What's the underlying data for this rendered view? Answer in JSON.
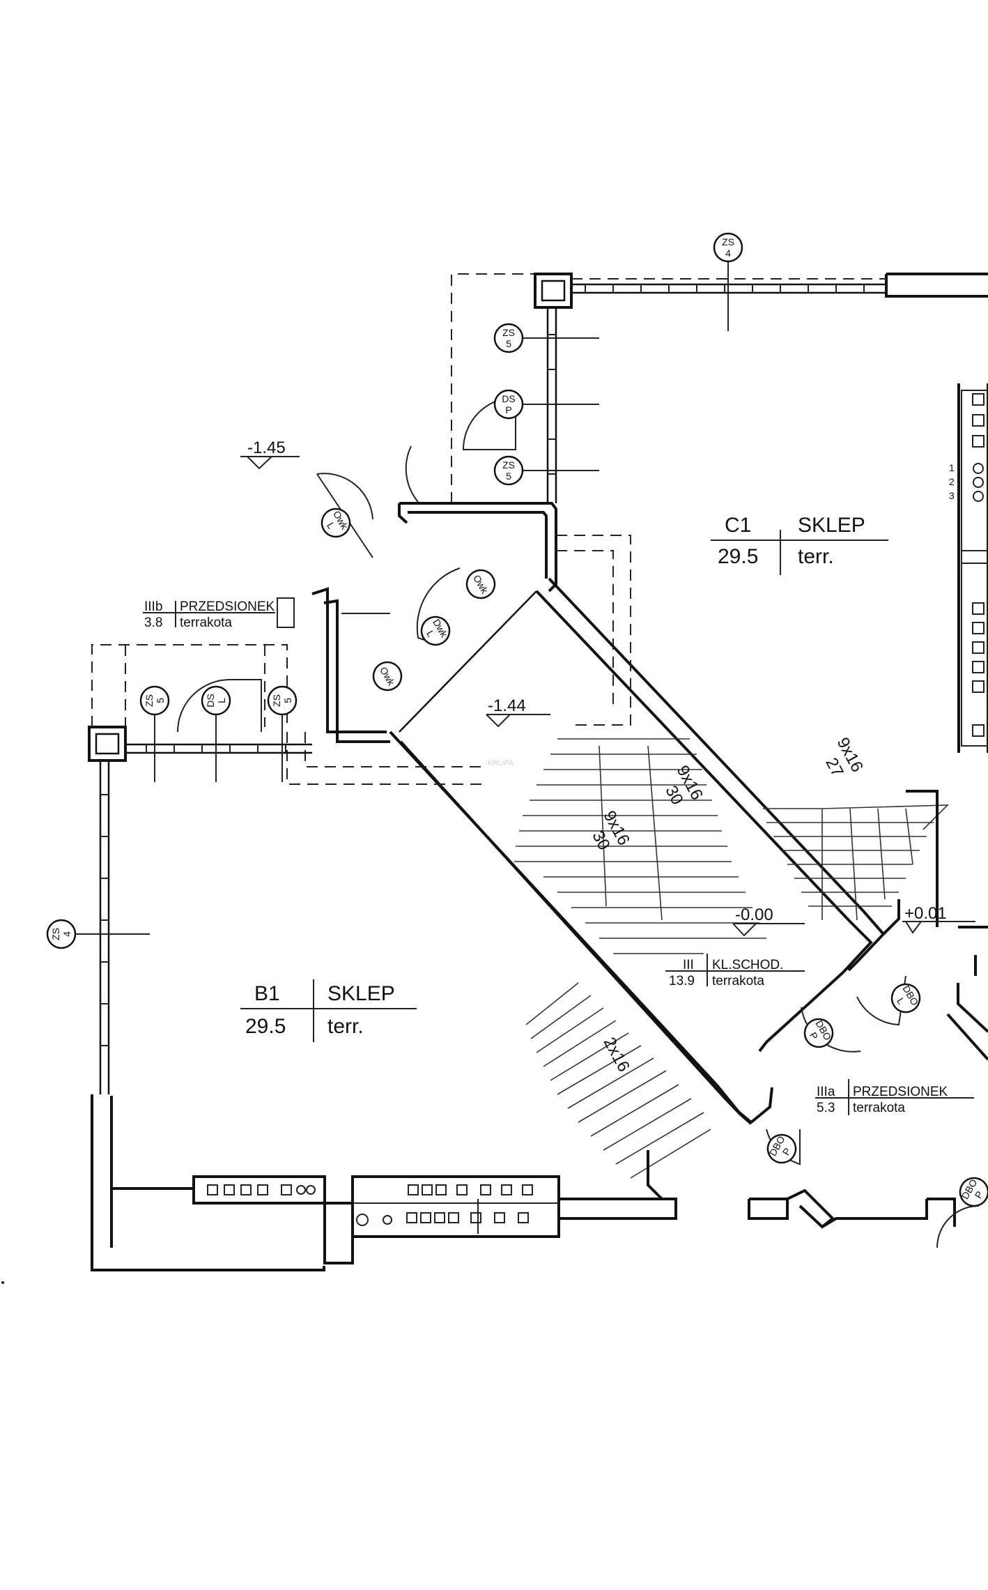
{
  "rooms": {
    "c1": {
      "id": "C1",
      "name": "SKLEP",
      "area": "29.5",
      "finish": "terr."
    },
    "b1": {
      "id": "B1",
      "name": "SKLEP",
      "area": "29.5",
      "finish": "terr."
    },
    "iiib": {
      "id": "IIIb",
      "name": "PRZEDSIONEK",
      "area": "3.8",
      "finish": "terrakota"
    },
    "iii": {
      "id": "III",
      "name": "KL.SCHOD.",
      "area": "13.9",
      "finish": "terrakota"
    },
    "iiia": {
      "id": "IIIa",
      "name": "PRZEDSIONEK",
      "area": "5.3",
      "finish": "terrakota"
    }
  },
  "levels": {
    "outside": "-1.45",
    "vestibule": "-1.44",
    "landing": "-0.00",
    "right": "+0.01"
  },
  "stairs": {
    "upper": [
      "9x16",
      "30"
    ],
    "lower": [
      "9x16",
      "30"
    ],
    "right": [
      "9x16",
      "27"
    ],
    "bottom": [
      "2x16",
      ""
    ]
  },
  "tags": {
    "zs4_top": [
      "ZS",
      "4"
    ],
    "zs5_a": [
      "ZS",
      "5"
    ],
    "dsp": [
      "DS",
      "P"
    ],
    "zs5_b": [
      "ZS",
      "5"
    ],
    "owk_1": [
      "Owk",
      "L"
    ],
    "owk_2": [
      "Owk",
      ""
    ],
    "dwk": [
      "Dwk",
      "L"
    ],
    "owk_3": [
      "Owk",
      ""
    ],
    "zs5_c": [
      "ZS",
      "5"
    ],
    "dsl": [
      "DS",
      "L"
    ],
    "zs5_d": [
      "ZS",
      "5"
    ],
    "zs4_left": [
      "ZS",
      "4"
    ],
    "dbo_1": [
      "DBO",
      "L"
    ],
    "dbo_2": [
      "DBO",
      "P"
    ],
    "dbo_3": [
      "DBO",
      "P"
    ],
    "dbo_4": [
      "DBO",
      "P"
    ]
  },
  "meters": [
    "1",
    "2",
    "3"
  ],
  "watermark": "KRUPA"
}
